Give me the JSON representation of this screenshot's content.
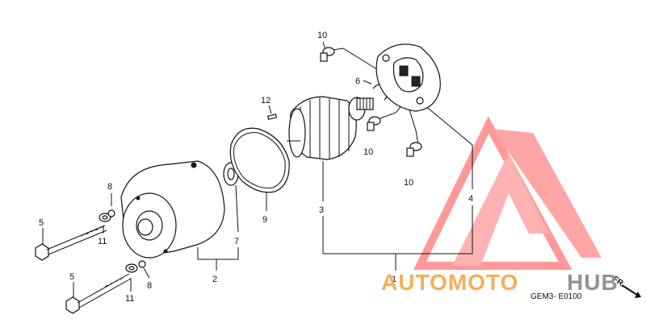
{
  "diagram": {
    "callouts": {
      "c10a": "10",
      "c6": "6",
      "c12": "12",
      "c10b": "10",
      "c10c": "10",
      "c8a": "8",
      "c5a": "5",
      "c11a": "11",
      "c9": "9",
      "c7": "7",
      "c3": "3",
      "c4": "4",
      "c2": "2",
      "c1": "1",
      "c5b": "5",
      "c11b": "11",
      "c8b": "8"
    },
    "figure_code": "GEM3- E0100",
    "fr_arrow": "FR."
  },
  "watermark": {
    "brand_left": "AUTOMOTO",
    "brand_right": "HUB",
    "color_primary": "#ff6a6a",
    "color_secondary": "#f4a64a",
    "color_dark": "#7a7a7a"
  }
}
